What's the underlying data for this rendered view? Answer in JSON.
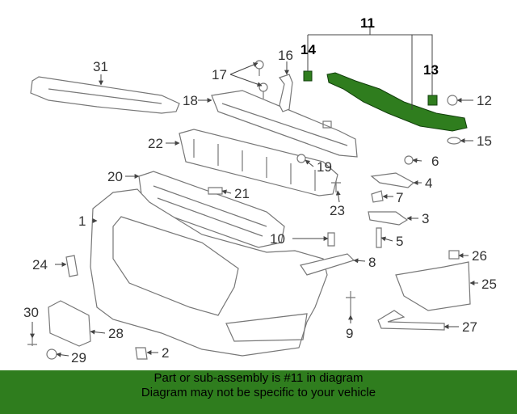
{
  "callouts": {
    "c1": "1",
    "c2": "2",
    "c3": "3",
    "c4": "4",
    "c5": "5",
    "c6": "6",
    "c7": "7",
    "c8": "8",
    "c9": "9",
    "c10": "10",
    "c11": "11",
    "c12": "12",
    "c13": "13",
    "c14": "14",
    "c15": "15",
    "c16": "16",
    "c17": "17",
    "c18": "18",
    "c19": "19",
    "c20": "20",
    "c21": "21",
    "c22": "22",
    "c23": "23",
    "c24": "24",
    "c25": "25",
    "c26": "26",
    "c27": "27",
    "c28": "28",
    "c29": "29",
    "c30": "30",
    "c31": "31"
  },
  "highlight_color": "#2f7d1e",
  "footer": {
    "line1": "Part or sub-assembly is #11 in diagram",
    "line2": "Diagram may not be specific to your vehicle"
  }
}
